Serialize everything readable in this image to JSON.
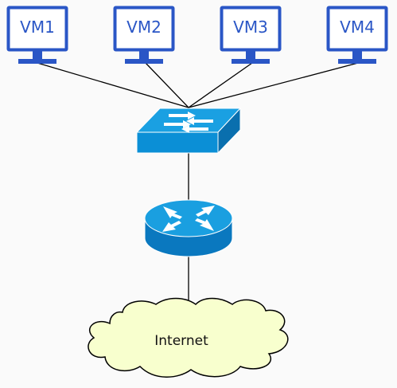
{
  "diagram": {
    "vms": [
      {
        "label": "VM1"
      },
      {
        "label": "VM2"
      },
      {
        "label": "VM3"
      },
      {
        "label": "VM4"
      }
    ],
    "switch": {
      "icon": "network-switch-icon"
    },
    "router": {
      "icon": "router-icon"
    },
    "internet": {
      "label": "Internet",
      "icon": "cloud-icon"
    }
  },
  "colors": {
    "monitor": "#2a56c6",
    "device_blue": "#0b8fd6",
    "device_dark": "#0a6fae",
    "cloud_fill": "#f8ffce",
    "background": "#fafafa"
  }
}
